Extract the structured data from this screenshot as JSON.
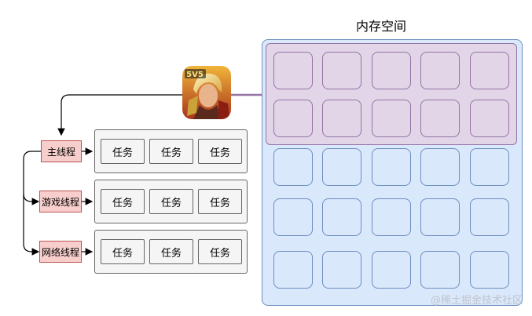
{
  "memory": {
    "title": "内存空间",
    "rows": 5,
    "cols": 5,
    "allocated_rows": 2
  },
  "threads": [
    {
      "label": "主线程",
      "tasks": [
        "任务",
        "任务",
        "任务"
      ]
    },
    {
      "label": "游戏线程",
      "tasks": [
        "任务",
        "任务",
        "任务"
      ]
    },
    {
      "label": "网络线程",
      "tasks": [
        "任务",
        "任务",
        "任务"
      ]
    }
  ],
  "app_icon": {
    "badge": "5V5"
  },
  "watermark": "@稀土掘金技术社区",
  "colors": {
    "memory_fill": "#dae8fc",
    "memory_border": "#6c8ebf",
    "allocated_fill": "#e1d5e7",
    "allocated_border": "#9673a6",
    "thread_fill": "#f8cecc",
    "thread_border": "#b85450",
    "queue_fill": "#f5f5f5",
    "queue_border": "#666666"
  }
}
